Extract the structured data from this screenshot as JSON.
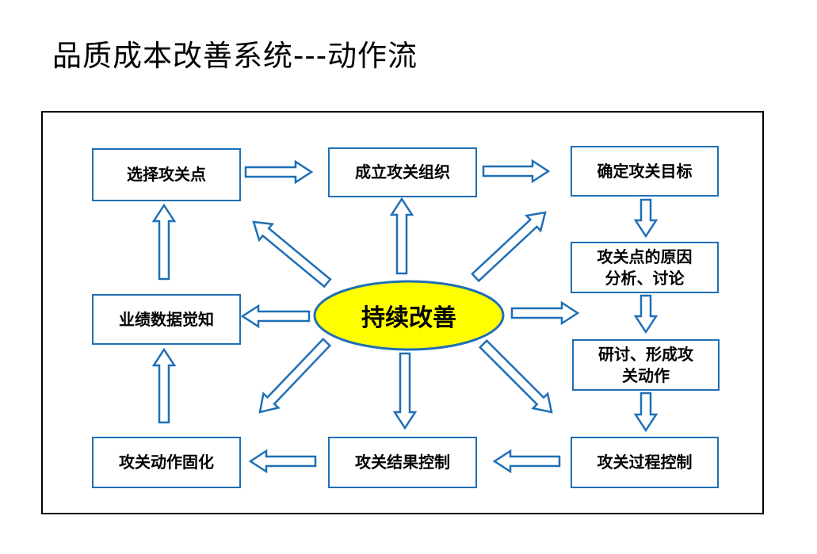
{
  "title": "品质成本改善系统---动作流",
  "center": "持续改善",
  "boxes": {
    "select_point": "选择攻关点",
    "form_org": "成立攻关组织",
    "set_goal": "确定攻关目标",
    "cause_analysis_1": "攻关点的原因",
    "cause_analysis_2": "分析、讨论",
    "discuss_action_1": "研讨、形成攻",
    "discuss_action_2": "关动作",
    "process_control": "攻关过程控制",
    "result_control": "攻关结果控制",
    "solidify_action": "攻关动作固化",
    "data_awareness": "业绩数据觉知"
  },
  "colors": {
    "box_border": "#1f6fb5",
    "arrow_stroke": "#1f6fb5",
    "center_fill": "#ffff00",
    "center_stroke": "#1f6fb5"
  }
}
